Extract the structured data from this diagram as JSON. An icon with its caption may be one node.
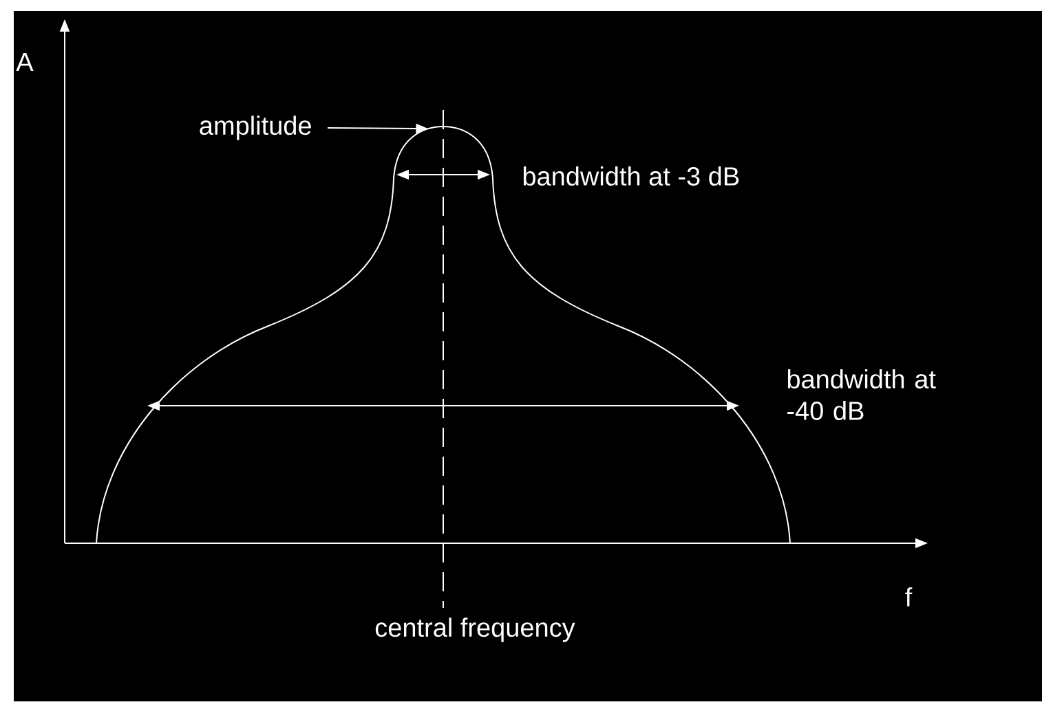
{
  "diagram": {
    "nodes": [
      {
        "text": [
          "amplitude"
        ]
      },
      {
        "text": [],
        "shape": "curve"
      }
    ],
    "edges": [
      {
        "from": 0,
        "to": 1,
        "arrow": "to"
      }
    ],
    "labels": [
      "A",
      "bandwidth at -3 dB",
      "bandwidth at -40 dB",
      "f",
      "central frequency"
    ]
  }
}
